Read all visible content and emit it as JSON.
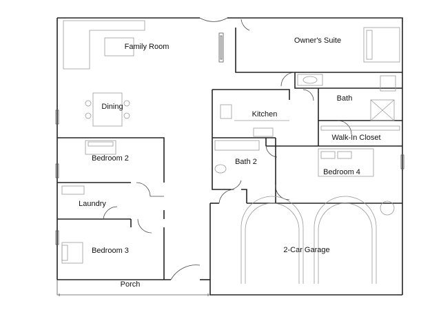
{
  "rooms": {
    "family_room": "Family Room",
    "owners_suite": "Owner's Suite",
    "dining": "Dining",
    "kitchen": "Kitchen",
    "bath": "Bath",
    "walk_in_closet": "Walk-In Closet",
    "bedroom_2": "Bedroom 2",
    "bath_2": "Bath 2",
    "bedroom_4": "Bedroom 4",
    "laundry": "Laundry",
    "bedroom_3": "Bedroom 3",
    "garage": "2-Car Garage",
    "porch": "Porch"
  }
}
